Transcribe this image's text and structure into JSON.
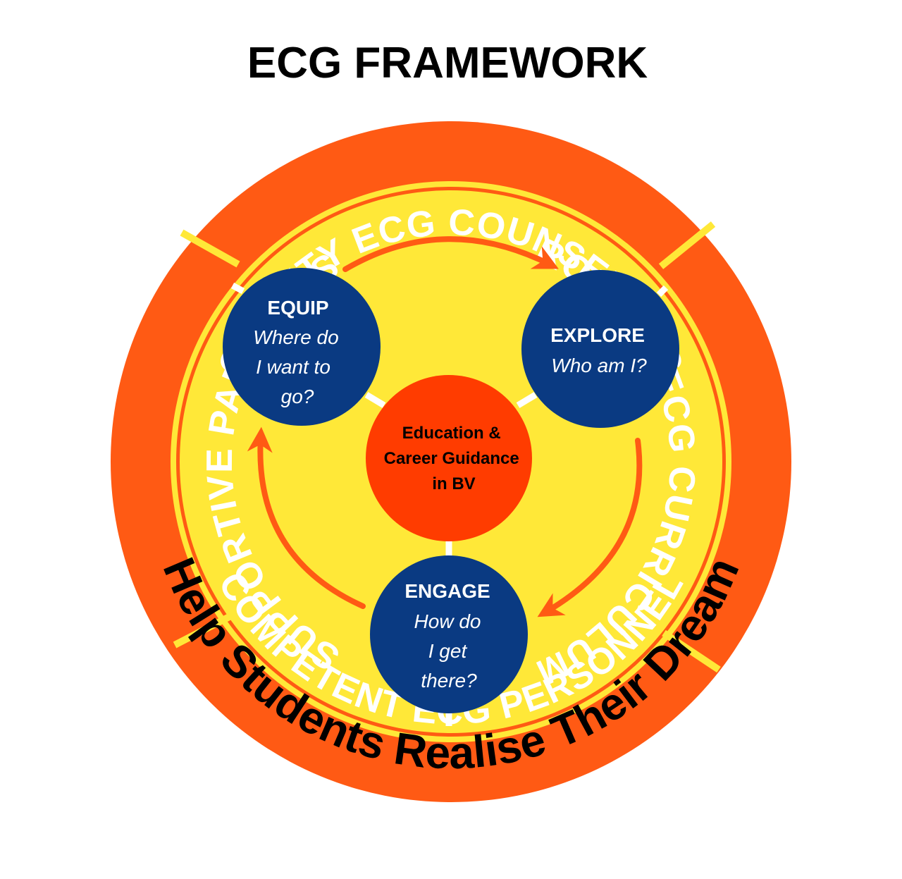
{
  "title": "ECG FRAMEWORK",
  "ring_labels": {
    "top": "QUALITY ECG COUNSELLING",
    "right": "ROBUST ECG CURRICULUM",
    "bottom": "COMPETENT ECG PERSONNEL",
    "left": "SUPPORTIVE PARTNERS"
  },
  "center": {
    "line1": "Education &",
    "line2": "Career Guidance",
    "line3": "in BV"
  },
  "nodes": {
    "equip": {
      "title": "EQUIP",
      "line1": "Where do",
      "line2": "I want to",
      "line3": "go?"
    },
    "explore": {
      "title": "EXPLORE",
      "line1": "Who am I?"
    },
    "engage": {
      "title": "ENGAGE",
      "line1": "How do",
      "line2": "I get",
      "line3": "there?"
    }
  },
  "slogan": "Help Students Realise Their Dream",
  "colors": {
    "ring": "#ff5a14",
    "inner": "#ffe838",
    "node": "#0a3a82",
    "center": "#ff3c00",
    "arrow": "#ff5a14",
    "divider": "#ffe838",
    "connector": "#ffffff"
  }
}
